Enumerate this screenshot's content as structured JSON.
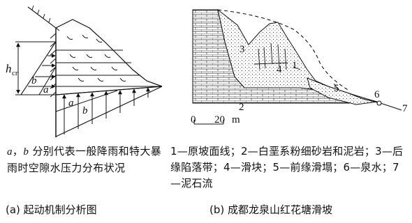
{
  "panel_a": {
    "labels": {
      "h_main": "h",
      "h_sub": "cr",
      "b_left": "b",
      "a_left": "a",
      "a_mid": "a",
      "b_mid": "b"
    },
    "description_var1": "a",
    "description_sep": "，",
    "description_var2": "b",
    "description_text": " 分别代表一般降雨和特大暴雨时空隙水压力分布状况",
    "title": "(a) 起动机制分析图"
  },
  "panel_b": {
    "numbers": [
      "1",
      "2",
      "3",
      "4",
      "5",
      "6",
      "7"
    ],
    "scale": {
      "zero": "0",
      "twenty": "20",
      "unit": "m"
    },
    "description": "1—原坡面线；2—白垩系粉细砂岩和泥岩；3—后缘陷落带；4—滑块；5—前缘滑塌；6—泉水；7—泥石流",
    "title": "(b) 成都龙泉山红花塘滑坡"
  }
}
